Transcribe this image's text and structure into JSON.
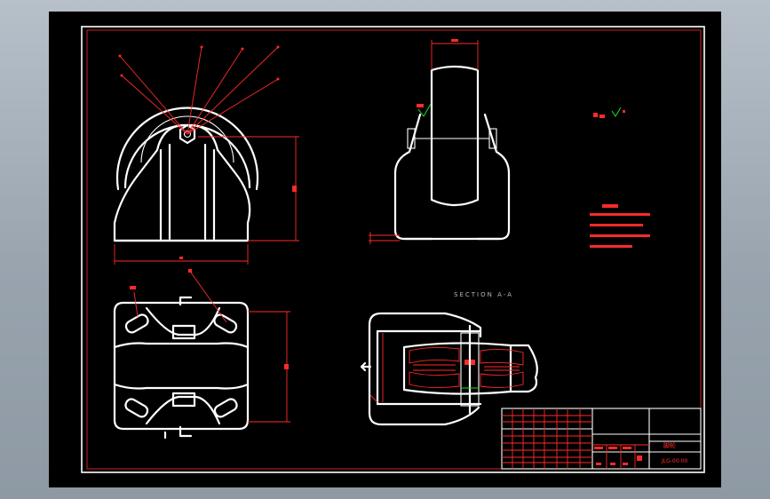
{
  "drawing": {
    "colors": {
      "background": "#000000",
      "outline": "#ffffff",
      "dimension": "#ff2a2a",
      "symbol": "#22dd22"
    },
    "section_label": "SECTION A-A",
    "title_block": {
      "part_name": "脚轮",
      "drawing_no": "JLG-00-00"
    }
  }
}
